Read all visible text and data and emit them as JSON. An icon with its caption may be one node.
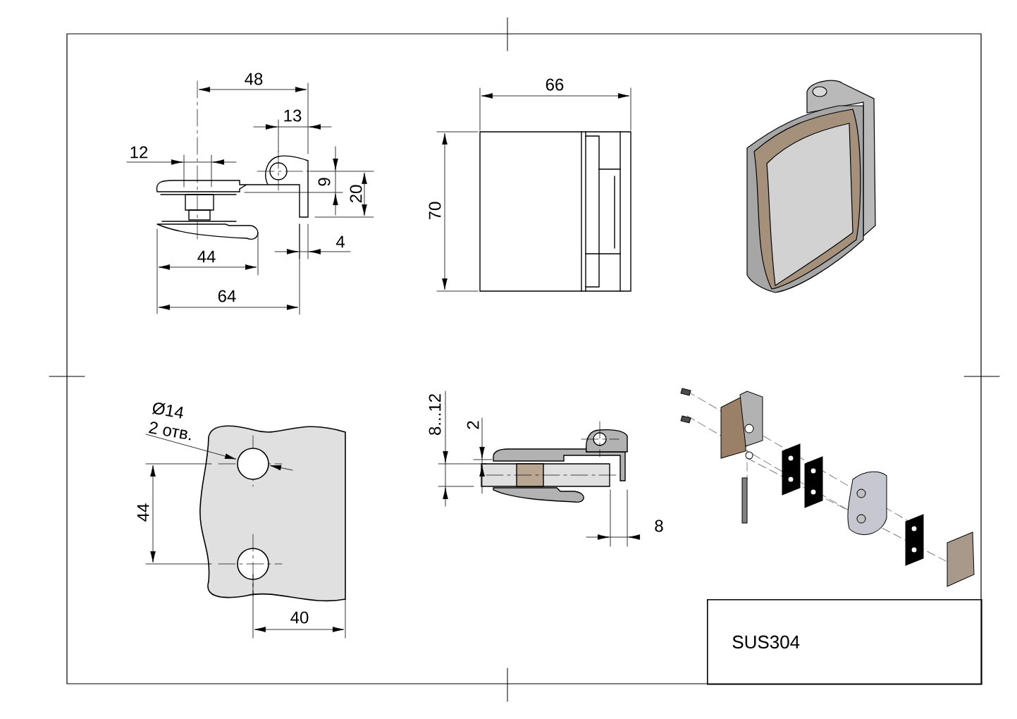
{
  "diagram": {
    "nodes": [
      {
        "text": [
          "Ø14",
          "2 отв."
        ]
      },
      {
        "text": [],
        "shape": "circle"
      },
      {
        "text": [
          "SUS304"
        ]
      }
    ],
    "edges": [
      {
        "from": 0,
        "to": 1,
        "arrow": "to"
      }
    ],
    "labels": [
      "48",
      "13",
      "12",
      "9",
      "20",
      "4",
      "44",
      "64",
      "66",
      "70",
      "44",
      "40",
      "8...12",
      "2",
      "8"
    ]
  }
}
